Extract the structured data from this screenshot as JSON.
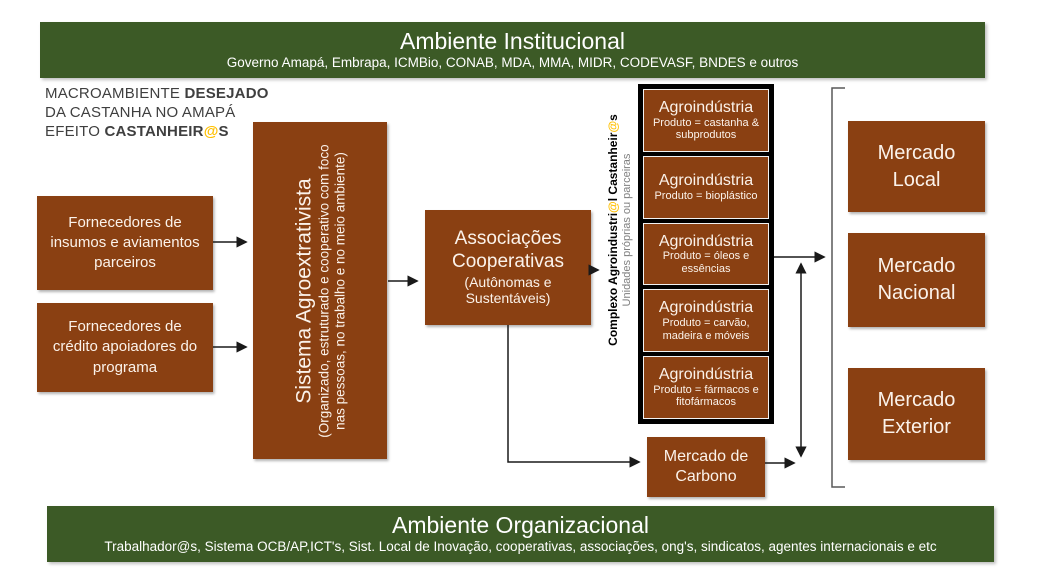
{
  "colors": {
    "green": "#3C5A26",
    "brown": "#8A4012",
    "gold": "#FFC000",
    "ink": "#3F3F3F",
    "gray": "#7F7F7F"
  },
  "top_banner": {
    "title": "Ambiente Institucional",
    "subtitle": "Governo Amapá, Embrapa, ICMBio, CONAB, MDA, MMA, MIDR, CODEVASF, BNDES e outros"
  },
  "bottom_banner": {
    "title": "Ambiente Organizacional",
    "subtitle": "Trabalhador@s, Sistema OCB/AP,ICT's, Sist. Local de Inovação, cooperativas, associações, ong's, sindicatos, agentes internacionais e etc"
  },
  "macro_label": {
    "line1": [
      {
        "t": "MACROAMBIENTE "
      },
      {
        "t": "DESEJADO",
        "b": 1
      }
    ],
    "line2": [
      {
        "t": "DA CASTANHA NO AMAPÁ"
      }
    ],
    "line3": [
      {
        "t": "EFEITO "
      },
      {
        "t": "CASTANHEIR",
        "b": 1
      },
      {
        "t": "@",
        "b": 1,
        "c": "#FFC000"
      },
      {
        "t": "S",
        "b": 1
      }
    ]
  },
  "suppliers": [
    {
      "label": "Fornecedores de insumos e aviamentos parceiros"
    },
    {
      "label": "Fornecedores de crédito apoiadores do programa"
    }
  ],
  "agro_system": {
    "title": "Sistema Agroextrativista",
    "subtitle": "(Organizado, estruturado e cooperativo com foco nas pessoas, no trabalho e no meio ambiente)"
  },
  "associations": {
    "title": "Associações Cooperativas",
    "subtitle": "(Autônomas e Sustentáveis)"
  },
  "complex": {
    "label": [
      {
        "t": "Complexo Agroindustri",
        "b": 1
      },
      {
        "t": "@",
        "b": 1,
        "c": "#FFC000"
      },
      {
        "t": "l Castanheir",
        "b": 1
      },
      {
        "t": "@",
        "b": 1,
        "c": "#FFC000"
      },
      {
        "t": "s",
        "b": 1
      }
    ],
    "sublabel": "Unidades próprias ou parceiras",
    "units": [
      {
        "title": "Agroindústria",
        "product": "Produto = castanha & subprodutos"
      },
      {
        "title": "Agroindústria",
        "product": "Produto = bioplástico"
      },
      {
        "title": "Agroindústria",
        "product": "Produto = óleos e essências"
      },
      {
        "title": "Agroindústria",
        "product": "Produto = carvão, madeira e móveis"
      },
      {
        "title": "Agroindústria",
        "product": "Produto = fármacos e fitofármacos"
      }
    ]
  },
  "markets": [
    {
      "label": "Mercado Local"
    },
    {
      "label": "Mercado Nacional"
    },
    {
      "label": "Mercado Exterior"
    }
  ],
  "carbon_market": {
    "label": "Mercado de Carbono"
  }
}
